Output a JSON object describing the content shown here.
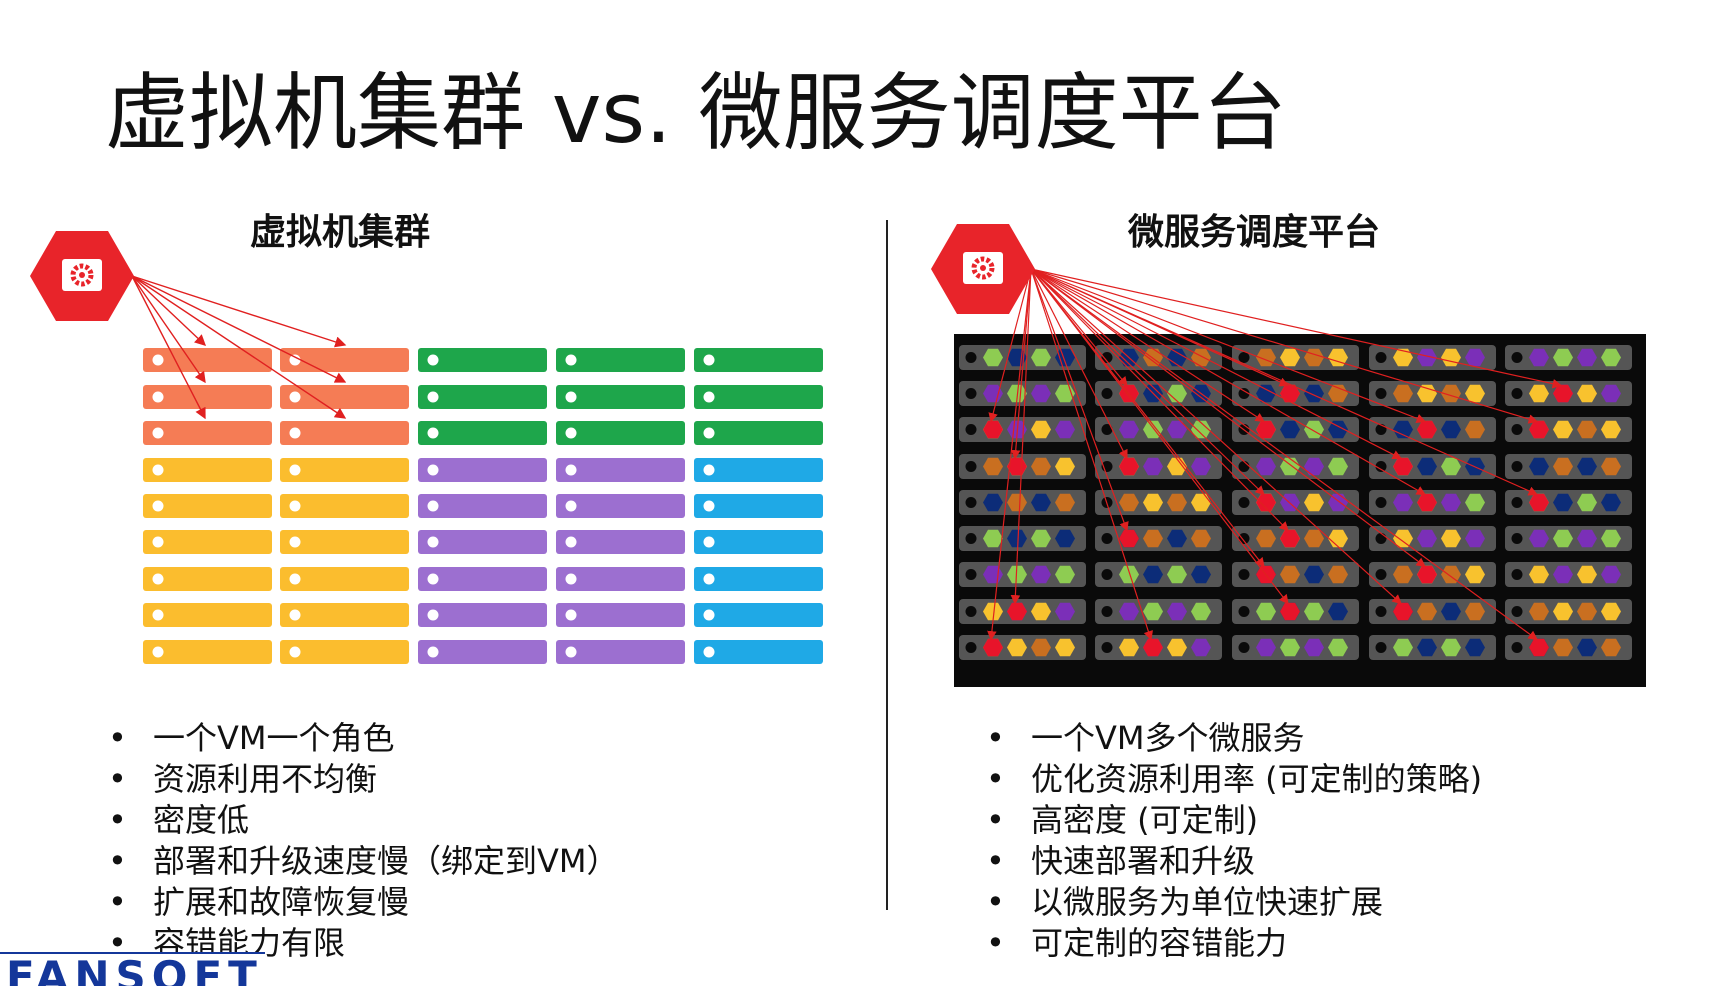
{
  "title": "虚拟机集群 vs. 微服务调度平台",
  "left": {
    "heading": "虚拟机集群",
    "bullets": [
      "一个VM一个角色",
      "资源利用不均衡",
      "密度低",
      "部署和升级速度慢（绑定到VM）",
      "扩展和故障恢复慢",
      "容错能力有限"
    ]
  },
  "right": {
    "heading": "微服务调度平台",
    "bullets": [
      "一个VM多个微服务",
      "优化资源利用率 (可定制的策略)",
      "高密度 (可定制)",
      "快速部署和升级",
      "以微服务为单位快速扩展",
      "可定制的容错能力"
    ]
  },
  "logo": "FANSOFT",
  "icons": {
    "scheduler": "gear-icon",
    "server": "server-rack-icon"
  },
  "colors": {
    "scheduler": "#e8242a",
    "arrow": "#e02020",
    "vm_orange": "#f57c55",
    "vm_green": "#1ea64b",
    "vm_yellow": "#fbbd2e",
    "vm_purple": "#9c6fd0",
    "vm_blue": "#1fa9e6",
    "rack_bg": "#0a0a0a",
    "server_slot": "#555555",
    "hex": [
      "#8ecc52",
      "#f8c22e",
      "#0c2c78",
      "#7b2fb8",
      "#c96f20",
      "#e8142a"
    ]
  }
}
